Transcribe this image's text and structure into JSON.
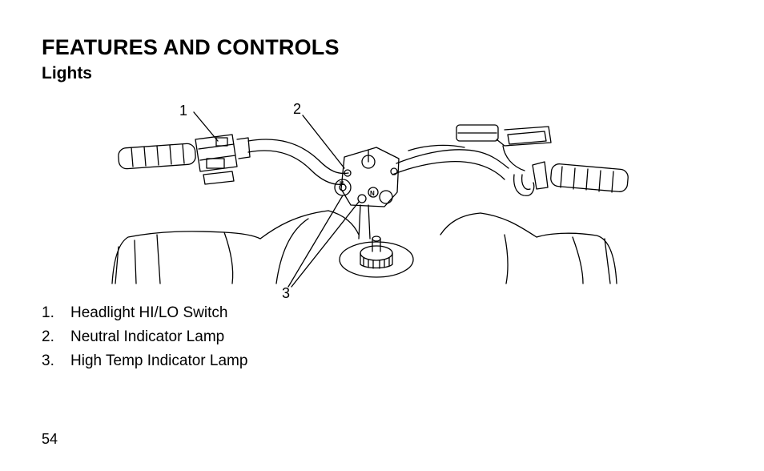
{
  "page": {
    "heading": "FEATURES AND CONTROLS",
    "subheading": "Lights",
    "page_number": "54"
  },
  "figure": {
    "callouts": [
      "1",
      "2",
      "3"
    ],
    "indicator_letters": [
      "N",
      "H"
    ]
  },
  "legend": {
    "items": [
      {
        "num": "1.",
        "text": "Headlight HI/LO Switch"
      },
      {
        "num": "2.",
        "text": "Neutral Indicator Lamp"
      },
      {
        "num": "3.",
        "text": "High Temp Indicator Lamp"
      }
    ]
  }
}
